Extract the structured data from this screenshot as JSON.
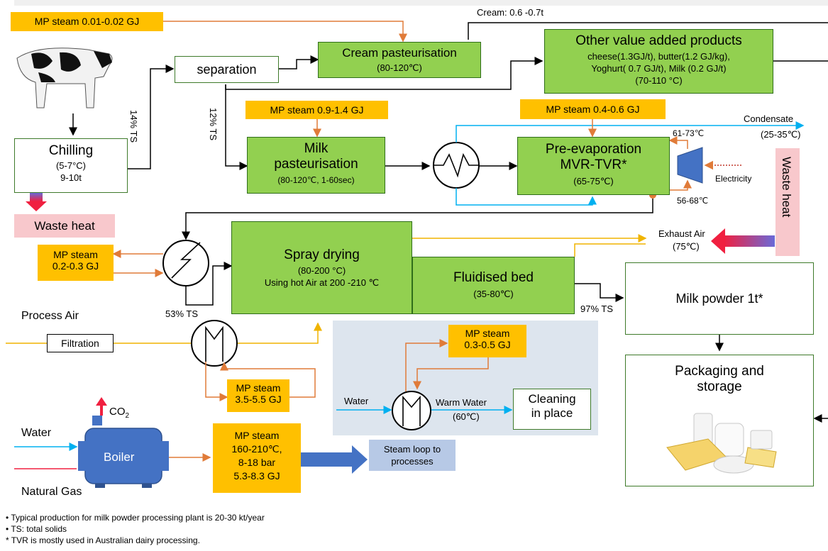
{
  "top_bar": "",
  "mp_steam_top": "MP steam 0.01-0.02 GJ",
  "cream_label": "Cream: 0.6 -0.7t",
  "separation": "separation",
  "cream_past": {
    "title": "Cream pasteurisation",
    "temp": "(80-120℃)"
  },
  "other_products": {
    "title": "Other value added products",
    "line1": "cheese(1.3GJ/t), butter(1.2 GJ/kg),",
    "line2": "Yoghurt( 0.7 GJ/t), Milk (0.2 GJ/t)",
    "line3": "(70-110 °C)"
  },
  "chilling": {
    "title": "Chilling",
    "line1": "(5-7°C)",
    "line2": "9-10t"
  },
  "ts14": "14% TS",
  "ts12": "12% TS",
  "waste_heat_left": "Waste heat",
  "mp_steam_milk": "MP steam 0.9-1.4 GJ",
  "milk_past": {
    "title1": "Milk",
    "title2": "pasteurisation",
    "temp": "(80-120℃, 1-60sec)"
  },
  "mp_steam_pre": "MP steam 0.4-0.6 GJ",
  "condensate": {
    "label": "Condensate",
    "temp": "(25-35℃)"
  },
  "pre_evap": {
    "title1": "Pre-evaporation",
    "title2": "MVR-TVR*",
    "temp": "(65-75℃)"
  },
  "t_61_73": "61-73℃",
  "t_56_68": "56-68℃",
  "electricity": "Electricity",
  "waste_heat_right": "Waste heat",
  "exhaust": {
    "label": "Exhaust Air",
    "temp": "(75℃)"
  },
  "mp_steam_spray": {
    "line1": "MP steam",
    "line2": "0.2-0.3 GJ"
  },
  "spray": {
    "title": "Spray drying",
    "temp": "(80-200 °C)",
    "note": "Using hot Air at 200 -210 ℃"
  },
  "fluid_bed": {
    "title": "Fluidised bed",
    "temp": "(35-80℃)"
  },
  "ts97": "97% TS",
  "milk_powder": "Milk powder 1t*",
  "ts53": "53% TS",
  "process_air": "Process Air",
  "filtration": "Filtration",
  "mp_steam_cip": {
    "line1": "MP steam",
    "line2": "0.3-0.5 GJ"
  },
  "packaging": {
    "line1": "Packaging and",
    "line2": "storage"
  },
  "mp_steam_air": {
    "line1": "MP steam",
    "line2": "3.5-5.5 GJ"
  },
  "cip": {
    "water": "Water",
    "warm": "Warm Water",
    "warm_temp": "(60℃)",
    "title1": "Cleaning",
    "title2": "in place"
  },
  "co2": "CO",
  "co2_sub": "2",
  "boiler": {
    "water": "Water",
    "gas": "Natural Gas",
    "label": "Boiler"
  },
  "mp_steam_boiler": {
    "line1": "MP steam",
    "line2": "160-210℃,",
    "line3": "8-18 bar",
    "line4": "5.3-8.3 GJ"
  },
  "steam_loop": {
    "line1": "Steam loop to",
    "line2": "processes"
  },
  "notes": [
    "•   Typical production for milk powder processing plant is   20-30 kt/year",
    "•   TS: total solids",
    "* TVR is mostly used in Australian dairy processing."
  ],
  "colors": {
    "green": "#92d050",
    "orange": "#ffc000",
    "blue_line": "#00b0f0",
    "orange_line": "#e07b39",
    "pink": "#f8c8cc",
    "boiler_blue": "#4472c4"
  }
}
